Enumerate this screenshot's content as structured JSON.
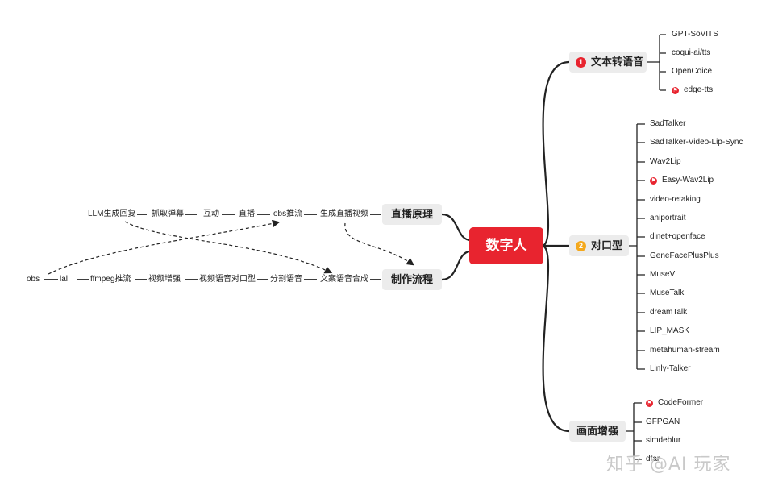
{
  "central": "数字人",
  "branches": {
    "tts": {
      "label": "文本转语音",
      "badge": "1",
      "badge_color": "#e8242f",
      "items": [
        "GPT-SoVITS",
        "coqui-ai/tts",
        "OpenCoice",
        "edge-tts"
      ]
    },
    "lipsync": {
      "label": "对口型",
      "badge": "2",
      "badge_color": "#f4a81c",
      "items": [
        "SadTalker",
        "SadTalker-Video-Lip-Sync",
        "Wav2Lip",
        "Easy-Wav2Lip",
        "video-retaking",
        "aniportrait",
        "dinet+openface",
        "GeneFacePlusPlus",
        "MuseV",
        "MuseTalk",
        "dreamTalk",
        "LIP_MASK",
        "metahuman-stream",
        "Linly-Talker"
      ]
    },
    "enhance": {
      "label": "画面增强",
      "items": [
        "CodeFormer",
        "GFPGAN",
        "simdeblur",
        "dfar"
      ]
    },
    "live": {
      "label": "直播原理",
      "items": [
        "生成直播视频",
        "obs推流",
        "直播",
        "互动",
        "抓取弹幕",
        "LLM生成回复"
      ]
    },
    "process": {
      "label": "制作流程",
      "items": [
        "文案语音合成",
        "分割语音",
        "视频语音对口型",
        "视频增强",
        "ffmpeg推流",
        "lal",
        "obs"
      ]
    }
  },
  "watermark": "知乎 @AI 玩家"
}
